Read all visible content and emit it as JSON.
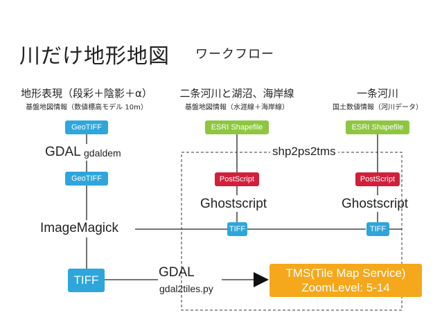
{
  "title": "川だけ地形地図",
  "subtitle": "ワークフロー",
  "columns": [
    {
      "heading": "地形表現（段彩＋陰影＋α）",
      "source": "基盤地図情報（数値標高モデル 10m）"
    },
    {
      "heading": "二条河川と湖沼、海岸線",
      "source": "基盤地図情報（水涯線＋海岸線）"
    },
    {
      "heading": "一条河川",
      "source": "国土数値情報（河川データ）"
    }
  ],
  "nodes": {
    "geotiff_top": "GeoTIFF",
    "gdal_label": "GDAL",
    "gdaldem_label": "gdaldem",
    "geotiff_mid": "GeoTIFF",
    "imagemagick": "ImageMagick",
    "tiff_big": "TIFF",
    "esri_col2": "ESRI Shapefile",
    "esri_col3": "ESRI Shapefile",
    "shp2ps2tms": "shp2ps2tms",
    "postscript_col2": "PostScript",
    "postscript_col3": "PostScript",
    "ghostscript_col2": "Ghostscript",
    "ghostscript_col3": "Ghostscript",
    "tiff_col2": "TIFF",
    "tiff_col3": "TIFF",
    "gdal2_label": "GDAL",
    "gdal2tiles_label": "gdal2tiles.py",
    "tms_line1": "TMS(Tile Map Service)",
    "tms_line2": "ZoomLevel: 5-14"
  },
  "colors": {
    "blue": "#2ea6db",
    "green": "#8ec641",
    "red": "#d21f3c",
    "orange": "#f5a81c"
  }
}
